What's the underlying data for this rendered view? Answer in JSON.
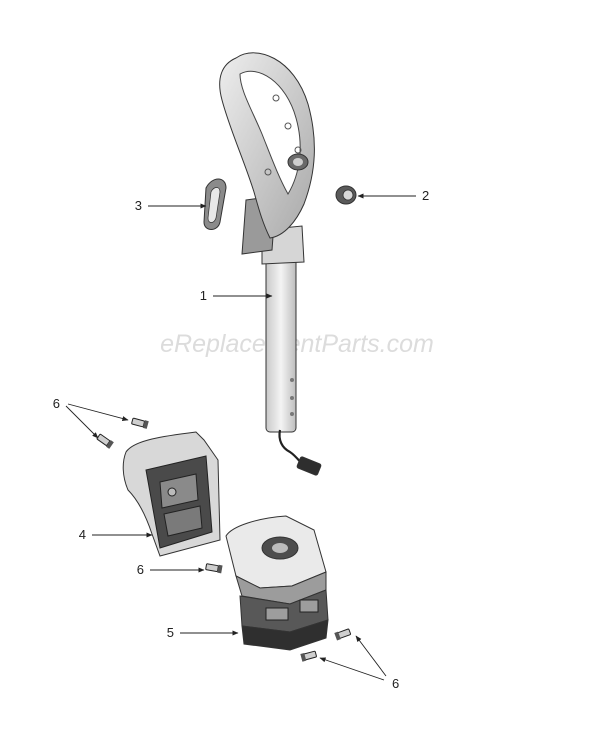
{
  "watermark": "eReplacementParts.com",
  "callouts": [
    {
      "id": "1",
      "label": "1"
    },
    {
      "id": "2",
      "label": "2"
    },
    {
      "id": "3",
      "label": "3"
    },
    {
      "id": "4",
      "label": "4"
    },
    {
      "id": "5",
      "label": "5"
    },
    {
      "id": "6a",
      "label": "6"
    },
    {
      "id": "6b",
      "label": "6"
    },
    {
      "id": "6c",
      "label": "6"
    }
  ],
  "colors": {
    "line": "#222222",
    "part_light": "#e6e6e6",
    "part_mid": "#b9b9b9",
    "part_dark": "#3a3a3a"
  }
}
